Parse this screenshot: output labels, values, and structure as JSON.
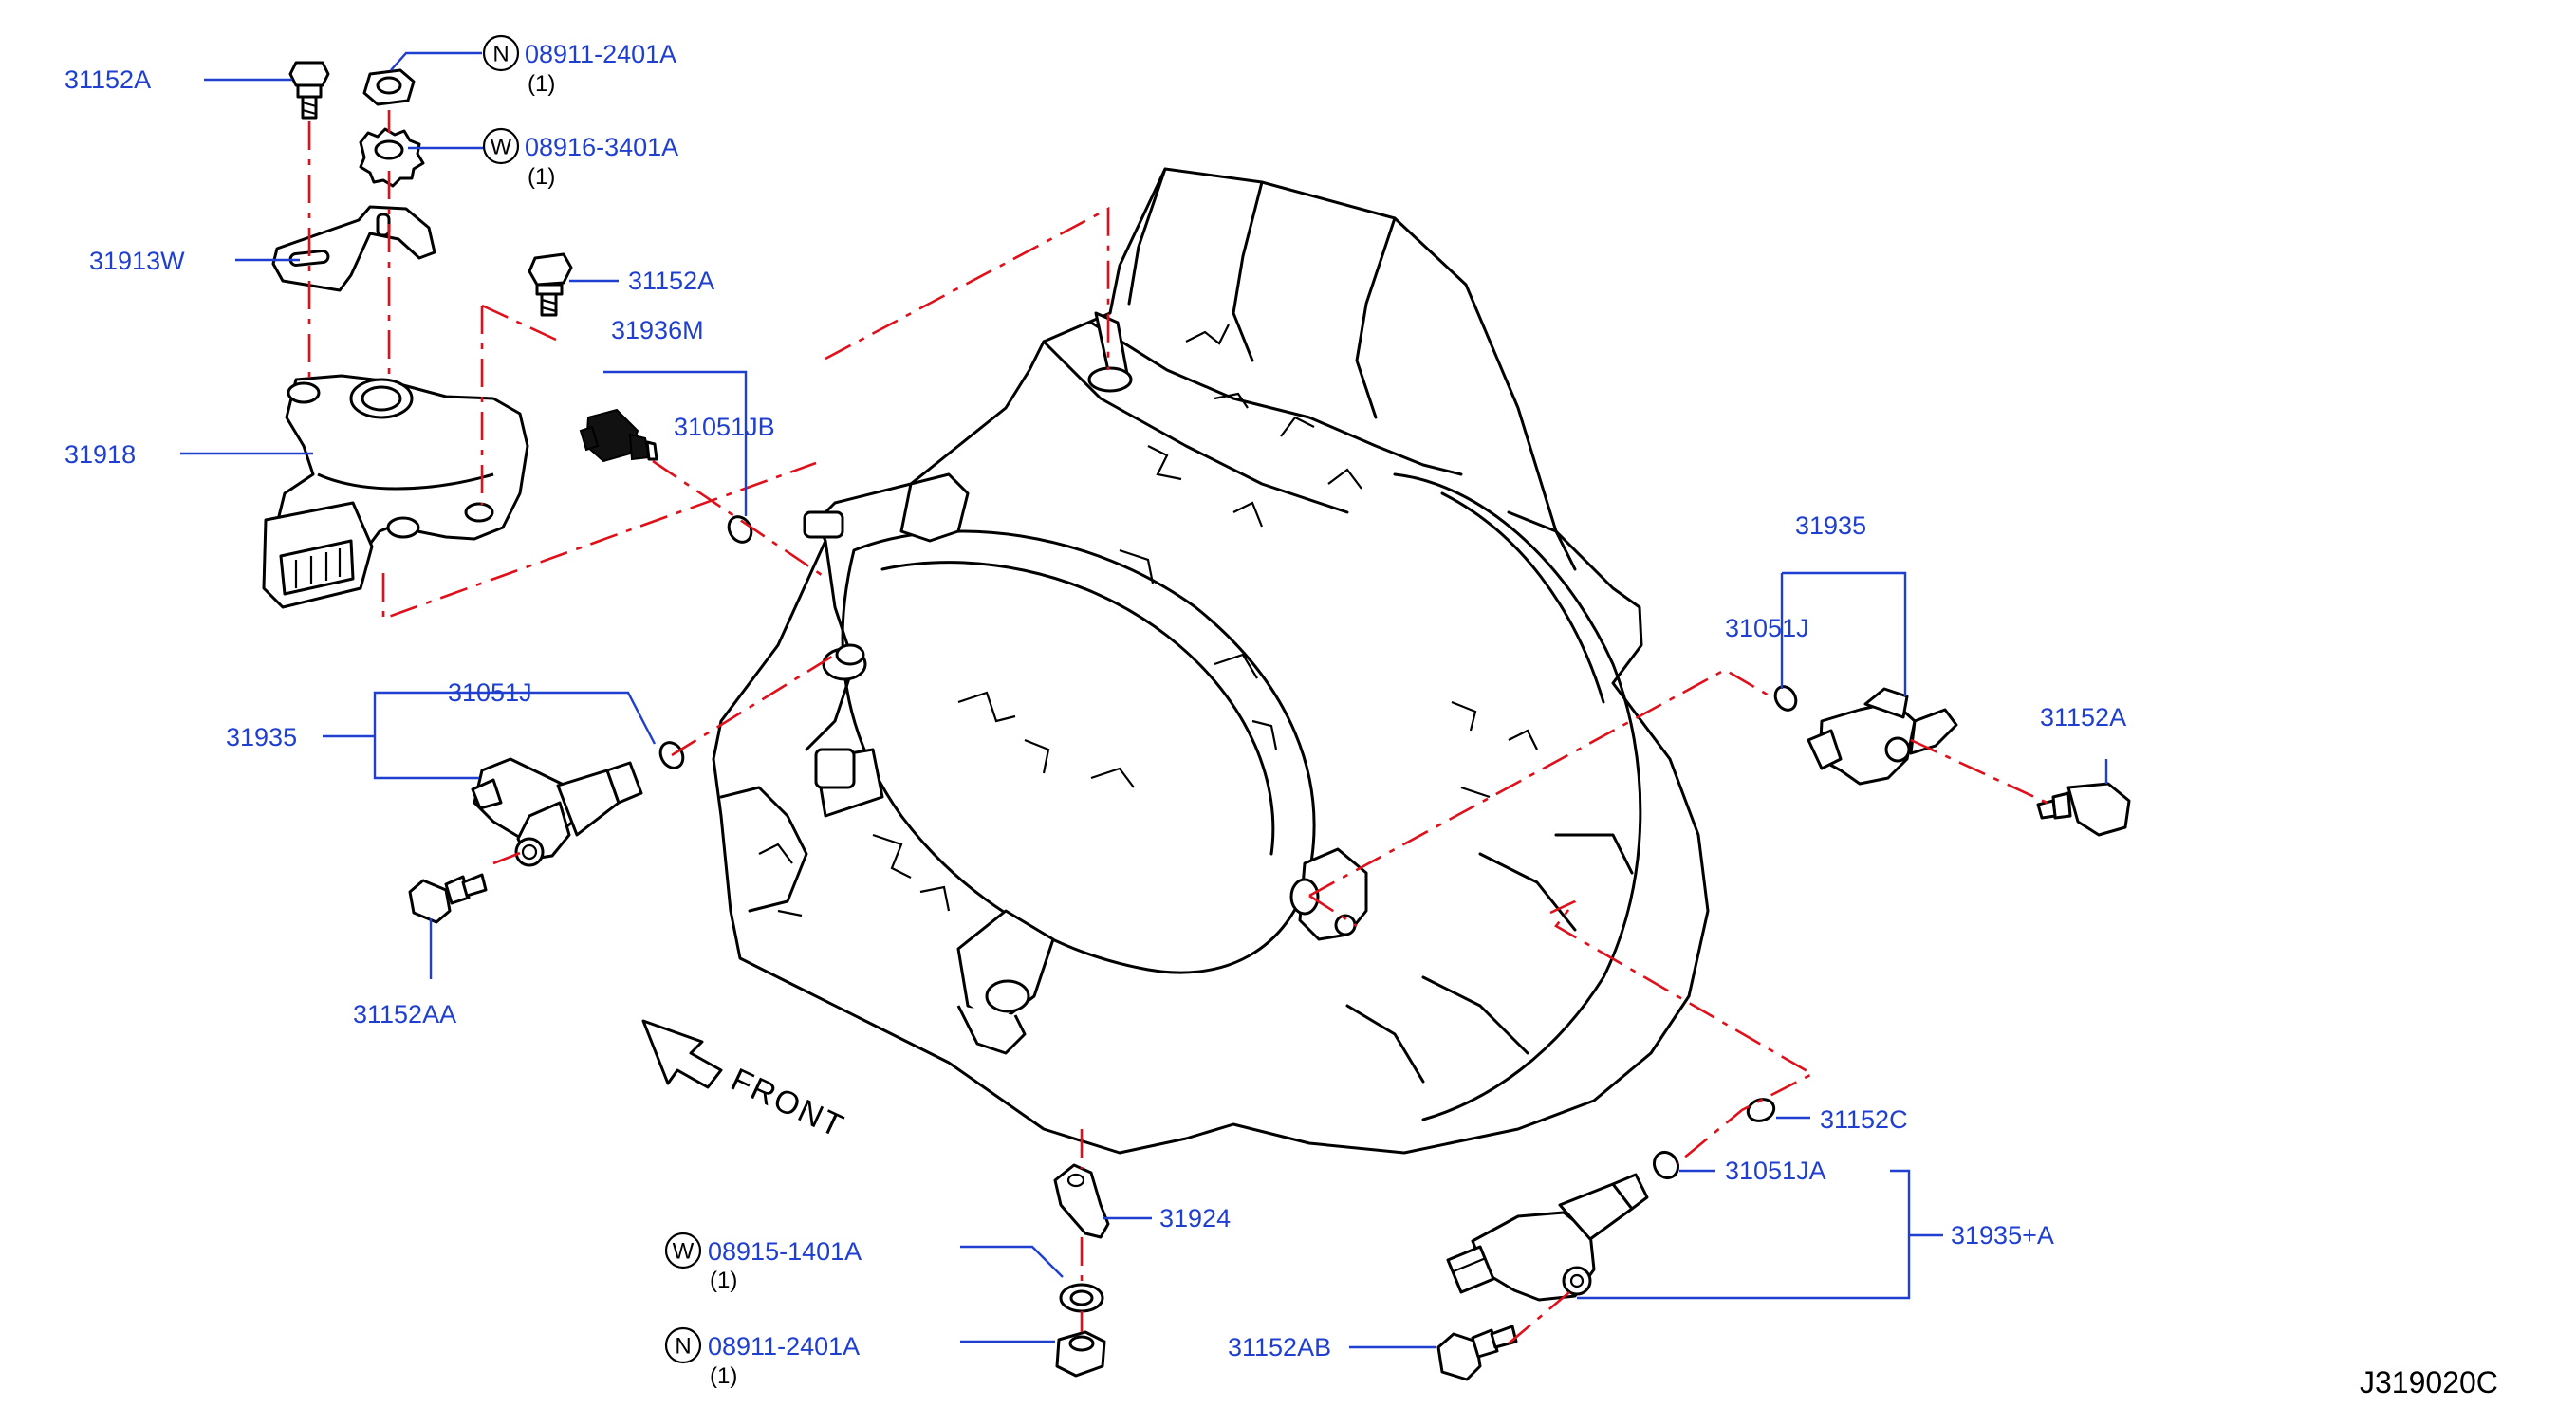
{
  "diagram": {
    "diagram_code": "J319020C",
    "direction_label": "FRONT",
    "callouts": [
      {
        "id": "c1",
        "label": "31152A"
      },
      {
        "id": "c2",
        "symbol": "N",
        "label": "08911-2401A",
        "qty": "(1)"
      },
      {
        "id": "c3",
        "symbol": "W",
        "label": "08916-3401A",
        "qty": "(1)"
      },
      {
        "id": "c4",
        "label": "31913W"
      },
      {
        "id": "c5",
        "label": "31152A"
      },
      {
        "id": "c6",
        "label": "31936M"
      },
      {
        "id": "c7",
        "label": "31051JB"
      },
      {
        "id": "c8",
        "label": "31918"
      },
      {
        "id": "c9",
        "label": "31051J"
      },
      {
        "id": "c10",
        "label": "31935"
      },
      {
        "id": "c11",
        "label": "31152AA"
      },
      {
        "id": "c12",
        "label": "31935"
      },
      {
        "id": "c13",
        "label": "31051J"
      },
      {
        "id": "c14",
        "label": "31152A"
      },
      {
        "id": "c15",
        "label": "31152C"
      },
      {
        "id": "c16",
        "label": "31051JA"
      },
      {
        "id": "c17",
        "label": "31924"
      },
      {
        "id": "c18",
        "label": "31935+A"
      },
      {
        "id": "c19",
        "symbol": "W",
        "label": "08915-1401A",
        "qty": "(1)"
      },
      {
        "id": "c20",
        "symbol": "N",
        "label": "08911-2401A",
        "qty": "(1)"
      },
      {
        "id": "c21",
        "label": "31152AB"
      }
    ]
  }
}
